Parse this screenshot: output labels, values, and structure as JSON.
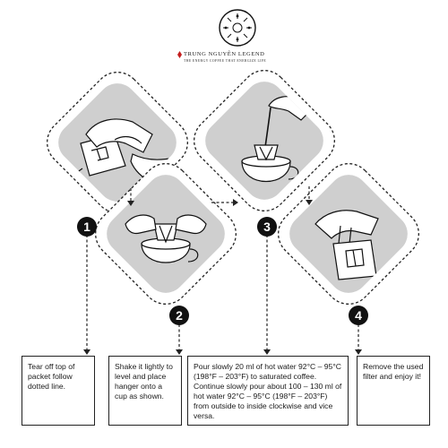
{
  "brand": {
    "name": "TRUNG NGUYÊN LEGEND",
    "tagline": "THE ENERGY COFFEE THAT ENERGIZE LIFE"
  },
  "colors": {
    "tile_fill": "#cfcfcf",
    "outline": "#222222",
    "badge": "#111111"
  },
  "steps": [
    {
      "number": "1",
      "icon": "tear-packet-illustration",
      "text": "Tear off top of packet follow dotted line."
    },
    {
      "number": "2",
      "icon": "hang-on-cup-illustration",
      "text": "Shake it lightly to level and place hanger onto a cup as shown."
    },
    {
      "number": "3",
      "icon": "pour-water-illustration",
      "text": "Pour slowly 20 ml of hot water 92°C – 95°C (198°F – 203°F) to saturated coffee. Continue slowly pour about 100 – 130 ml of hot water 92°C – 95°C (198°F – 203°F) from outside to inside clockwise and vice versa."
    },
    {
      "number": "4",
      "icon": "remove-filter-illustration",
      "text": "Remove the used filter and enjoy it!"
    }
  ]
}
